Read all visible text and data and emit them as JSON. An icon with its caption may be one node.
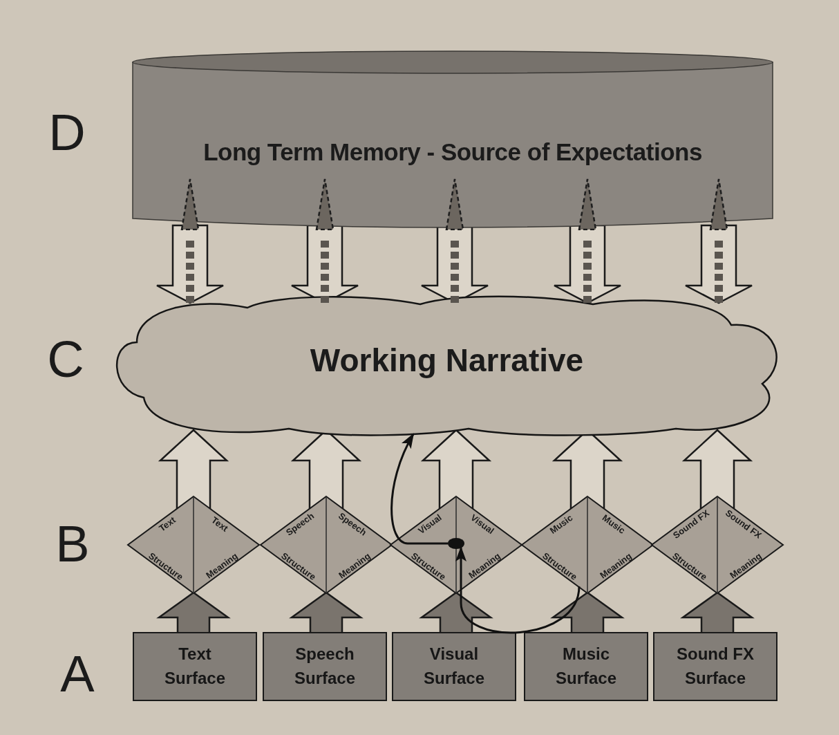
{
  "diagram": {
    "nodes": [
      {
        "text": [
          "Long Term Memory - Source of Expectations"
        ]
      },
      {
        "text": [
          "Working Narrative"
        ]
      },
      {
        "text": [
          "Text",
          "Text",
          "Structure",
          "Meaning"
        ]
      },
      {
        "text": [
          "Speech",
          "Speech",
          "Structure",
          "Meaning"
        ]
      },
      {
        "text": [
          "Visual",
          "Visual",
          "Structure",
          "Meaning"
        ]
      },
      {
        "text": [
          "Music",
          "Music",
          "Structure",
          "Meaning"
        ]
      },
      {
        "text": [
          "Sound FX",
          "Sound FX",
          "Structure",
          "Meaning"
        ]
      },
      {
        "text": [],
        "shape": "circle",
        "in": 4
      },
      {
        "text": [
          "Text Surface"
        ]
      },
      {
        "text": [
          "Speech Surface"
        ]
      },
      {
        "text": [
          "Visual Surface"
        ]
      },
      {
        "text": [
          "Music Surface"
        ]
      },
      {
        "text": [
          "Sound FX Surface"
        ]
      }
    ],
    "edges": [
      {
        "from": 8,
        "to": 2,
        "arrow": "to",
        "color": "#7a746d"
      },
      {
        "from": 9,
        "to": 3,
        "arrow": "to",
        "color": "#7a746d"
      },
      {
        "from": 10,
        "to": 4,
        "arrow": "to",
        "color": "#7a746d"
      },
      {
        "from": 11,
        "to": 5,
        "arrow": "to",
        "color": "#7a746d"
      },
      {
        "from": 12,
        "to": 6,
        "arrow": "to",
        "color": "#7a746d"
      },
      {
        "from": 2,
        "to": 1,
        "arrow": "to"
      },
      {
        "from": 3,
        "to": 1,
        "arrow": "to"
      },
      {
        "from": 4,
        "to": 1,
        "arrow": "to"
      },
      {
        "from": 5,
        "to": 1,
        "arrow": "to"
      },
      {
        "from": 6,
        "to": 1,
        "arrow": "to"
      },
      {
        "from": 0,
        "to": 1,
        "arrow": "to"
      },
      {
        "from": 0,
        "to": 1,
        "arrow": "to"
      },
      {
        "from": 0,
        "to": 1,
        "arrow": "to"
      },
      {
        "from": 0,
        "to": 1,
        "arrow": "to"
      },
      {
        "from": 0,
        "to": 1,
        "arrow": "to"
      },
      {
        "from": 1,
        "to": 0,
        "arrow": "to",
        "style": "dashed"
      },
      {
        "from": 1,
        "to": 0,
        "arrow": "to",
        "style": "dashed"
      },
      {
        "from": 1,
        "to": 0,
        "arrow": "to",
        "style": "dashed"
      },
      {
        "from": 1,
        "to": 0,
        "arrow": "to",
        "style": "dashed"
      },
      {
        "from": 1,
        "to": 0,
        "arrow": "to",
        "style": "dashed"
      },
      {
        "from": 5,
        "to": 7,
        "arrow": "to"
      },
      {
        "from": 7,
        "to": 1,
        "arrow": "to"
      }
    ],
    "labels": [
      "D",
      "C",
      "B",
      "A"
    ]
  }
}
